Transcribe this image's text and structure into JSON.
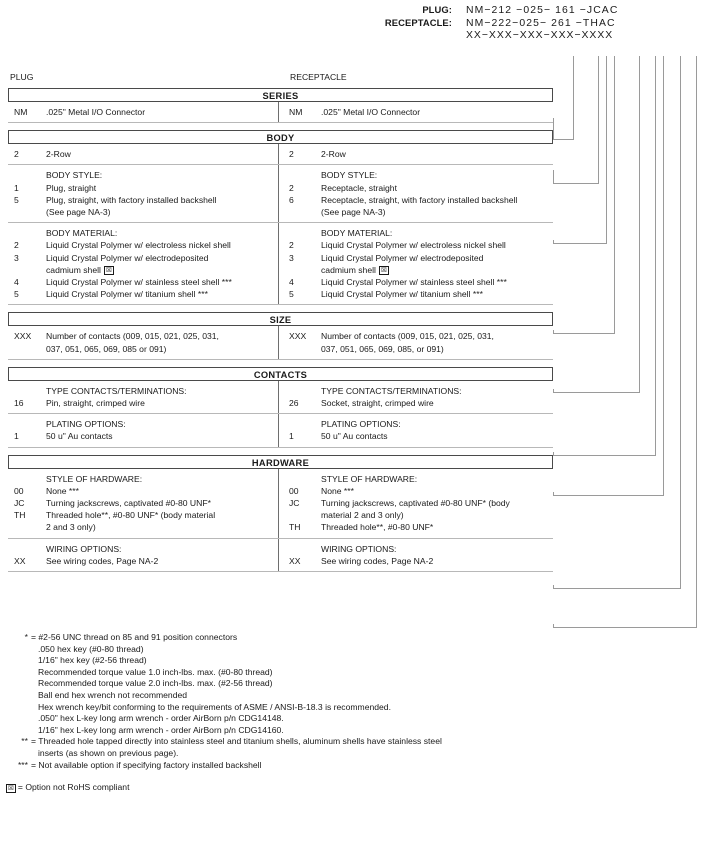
{
  "header": {
    "rows": [
      {
        "label": "PLUG:",
        "value": "NM−212 −025− 161 −JCAC"
      },
      {
        "label": "RECEPTACLE:",
        "value": "NM−222−025− 261 −THAC"
      },
      {
        "label": "",
        "value": "XX−XXX−XXX−XXX−XXXX"
      }
    ]
  },
  "columns": {
    "left_caption": "PLUG",
    "right_caption": "RECEPTACLE"
  },
  "sections": [
    {
      "band": "SERIES",
      "groups": [
        {
          "left": {
            "subhead": "",
            "options": [
              {
                "code": "NM",
                "desc": ".025\" Metal I/O Connector"
              }
            ]
          },
          "right": {
            "subhead": "",
            "options": [
              {
                "code": "NM",
                "desc": ".025\" Metal I/O Connector"
              }
            ]
          }
        }
      ]
    },
    {
      "band": "BODY",
      "groups": [
        {
          "left": {
            "subhead": "",
            "options": [
              {
                "code": "2",
                "desc": "2-Row"
              }
            ]
          },
          "right": {
            "subhead": "",
            "options": [
              {
                "code": "2",
                "desc": "2-Row"
              }
            ]
          }
        },
        {
          "left": {
            "subhead": "BODY STYLE:",
            "options": [
              {
                "code": "1",
                "desc": "Plug, straight"
              },
              {
                "code": "5",
                "desc": "Plug, straight, with factory installed backshell",
                "cont": "(See page NA-3)"
              }
            ]
          },
          "right": {
            "subhead": "BODY STYLE:",
            "options": [
              {
                "code": "2",
                "desc": "Receptacle, straight"
              },
              {
                "code": "6",
                "desc": "Receptacle, straight, with factory installed backshell",
                "cont": "(See page NA-3)"
              }
            ]
          }
        },
        {
          "left": {
            "subhead": "BODY MATERIAL:",
            "options": [
              {
                "code": "2",
                "desc": "Liquid Crystal Polymer w/ electroless nickel shell"
              },
              {
                "code": "3",
                "desc": "Liquid Crystal Polymer w/ electrodeposited",
                "cont": "cadmium shell",
                "cont_rohs": true
              },
              {
                "code": "4",
                "desc": "Liquid Crystal Polymer w/ stainless steel shell ***"
              },
              {
                "code": "5",
                "desc": "Liquid Crystal Polymer w/ titanium shell ***"
              }
            ]
          },
          "right": {
            "subhead": "BODY MATERIAL:",
            "options": [
              {
                "code": "2",
                "desc": "Liquid Crystal Polymer w/ electroless nickel shell"
              },
              {
                "code": "3",
                "desc": "Liquid Crystal Polymer w/ electrodeposited",
                "cont": "cadmium shell",
                "cont_rohs": true
              },
              {
                "code": "4",
                "desc": "Liquid Crystal Polymer w/ stainless steel shell ***"
              },
              {
                "code": "5",
                "desc": "Liquid Crystal Polymer w/ titanium shell ***"
              }
            ]
          }
        }
      ]
    },
    {
      "band": "SIZE",
      "groups": [
        {
          "left": {
            "subhead": "",
            "options": [
              {
                "code": "XXX",
                "desc": "Number of contacts (009, 015, 021, 025, 031,",
                "cont": "037, 051, 065, 069, 085 or 091)"
              }
            ]
          },
          "right": {
            "subhead": "",
            "options": [
              {
                "code": "XXX",
                "desc": "Number of contacts (009, 015, 021, 025, 031,",
                "cont": "037, 051, 065, 069, 085, or 091)"
              }
            ]
          }
        }
      ]
    },
    {
      "band": "CONTACTS",
      "groups": [
        {
          "left": {
            "subhead": "TYPE CONTACTS/TERMINATIONS:",
            "options": [
              {
                "code": "16",
                "desc": "Pin, straight, crimped wire"
              }
            ]
          },
          "right": {
            "subhead": "TYPE CONTACTS/TERMINATIONS:",
            "options": [
              {
                "code": "26",
                "desc": "Socket, straight, crimped wire"
              }
            ]
          }
        },
        {
          "left": {
            "subhead": "PLATING OPTIONS:",
            "options": [
              {
                "code": "1",
                "desc": "50 u\" Au contacts"
              }
            ]
          },
          "right": {
            "subhead": "PLATING OPTIONS:",
            "options": [
              {
                "code": "1",
                "desc": "50 u\" Au contacts"
              }
            ]
          }
        }
      ]
    },
    {
      "band": "HARDWARE",
      "groups": [
        {
          "left": {
            "subhead": "STYLE OF HARDWARE:",
            "options": [
              {
                "code": "00",
                "desc": "None ***"
              },
              {
                "code": "JC",
                "desc": "Turning jackscrews, captivated #0-80 UNF*"
              },
              {
                "code": "TH",
                "desc": "Threaded hole**, #0-80 UNF* (body material",
                "cont": "2 and 3 only)"
              }
            ]
          },
          "right": {
            "subhead": "STYLE OF HARDWARE:",
            "options": [
              {
                "code": "00",
                "desc": "None ***"
              },
              {
                "code": "JC",
                "desc": "Turning jackscrews, captivated #0-80 UNF* (body",
                "cont": "material 2 and 3 only)"
              },
              {
                "code": "TH",
                "desc": "Threaded hole**, #0-80 UNF*"
              }
            ]
          }
        },
        {
          "left": {
            "subhead": "WIRING OPTIONS:",
            "options": [
              {
                "code": "XX",
                "desc": "See wiring codes, Page NA-2"
              }
            ]
          },
          "right": {
            "subhead": "WIRING OPTIONS:",
            "options": [
              {
                "code": "XX",
                "desc": "See wiring codes, Page NA-2"
              }
            ]
          }
        }
      ]
    }
  ],
  "footnotes": [
    {
      "marker": "*",
      "body": "= #2-56 UNC thread on 85 and 91 position connectors",
      "lines": [
        ".050 hex key (#0-80 thread)",
        "1/16\" hex key (#2-56 thread)",
        "Recommended torque value 1.0 inch-lbs. max. (#0-80 thread)",
        "Recommended torque value 2.0 inch-lbs. max. (#2-56 thread)",
        "Ball end hex wrench not recommended",
        "Hex wrench key/bit conforming to the requirements of ASME / ANSI-B-18.3 is recommended.",
        ".050\" hex L-key long arm wrench - order AirBorn p/n CDG14148.",
        "1/16\" hex L-key long arm wrench - order AirBorn p/n CDG14160."
      ]
    },
    {
      "marker": "**",
      "body": "= Threaded hole tapped directly into stainless steel and titanium shells, aluminum shells have stainless steel",
      "lines": [
        "inserts (as shown on previous page)."
      ]
    },
    {
      "marker": "***",
      "body": "= Not available option if specifying factory installed backshell",
      "lines": []
    }
  ],
  "rohs_note": "= Option not RoHS compliant",
  "colors": {
    "band_border": "#4a4a4a",
    "rule": "#b8b8b8",
    "bracket": "#9a9a9a",
    "divider": "#6e6e6e",
    "text": "#1a1a1a"
  }
}
